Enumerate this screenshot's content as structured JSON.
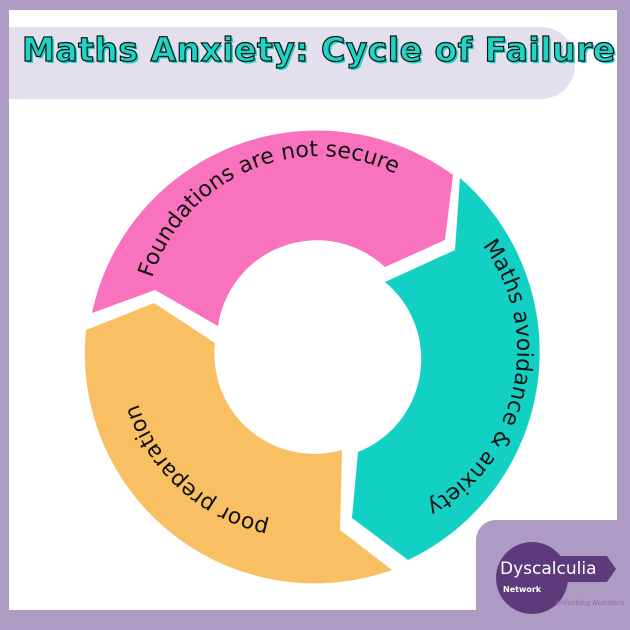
{
  "header": {
    "title": "Maths Anxiety: Cycle of Failure"
  },
  "cycle": {
    "segments": [
      {
        "label": "Foundations are not secure",
        "color": "#f872bd"
      },
      {
        "label": "Maths avoidance & anxiety",
        "color": "#12d1c4"
      },
      {
        "label": "poor preparation",
        "color": "#f9c063"
      }
    ]
  },
  "logo": {
    "name": "Dyscalculia",
    "sub": "Network",
    "tagline": "Unlocking Numbers"
  },
  "colors": {
    "border": "#ad9bc4",
    "title_bar": "#e3dfec",
    "title_text": "#1ed4c7",
    "logo_dark": "#5e3a7c"
  }
}
